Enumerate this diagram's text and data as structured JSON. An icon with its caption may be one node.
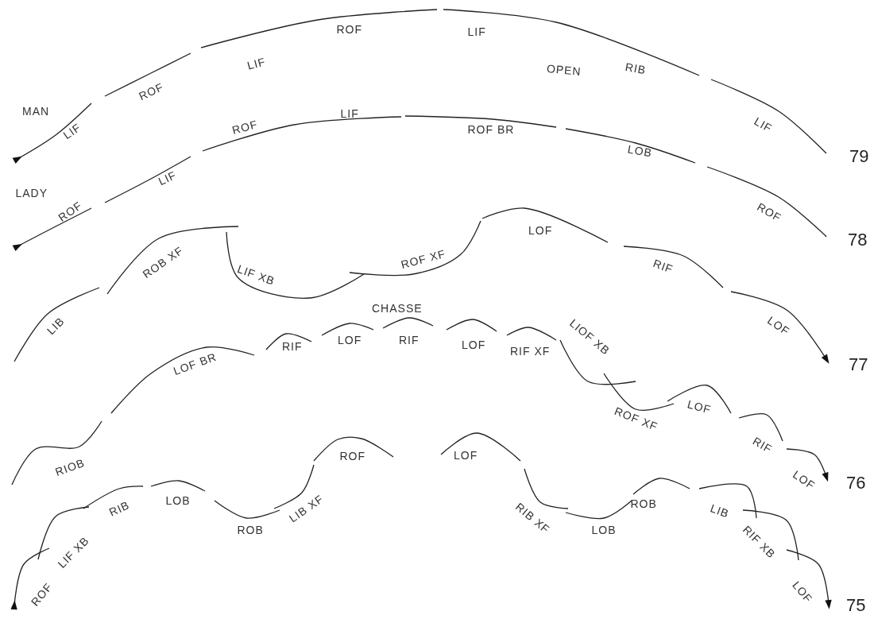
{
  "diagram": {
    "labels": [
      "MAN",
      "LIF",
      "ROF",
      "LIF",
      "ROF",
      "LIF",
      "OPEN",
      "RIB",
      "LIF",
      "79",
      "LADY",
      "ROF",
      "LIF",
      "ROF",
      "LIF",
      "ROF BR",
      "LOB",
      "ROF",
      "78",
      "LIB",
      "ROB XF",
      "LIF XB",
      "ROF XF",
      "LOF",
      "RIF",
      "LOF",
      "77",
      "CHASSE",
      "LOF BR",
      "RIF",
      "LOF",
      "RIF",
      "LOF",
      "RIF XF",
      "LIOF XB",
      "ROF XF",
      "LOF",
      "RIF",
      "LOF",
      "76",
      "RIOB",
      "ROF",
      "LOF",
      "RIB",
      "LOB",
      "ROB",
      "LIB XF",
      "RIB XF",
      "LOB",
      "ROB",
      "LIB",
      "ROF",
      "LIF XB",
      "RIF XB",
      "LOF",
      "75"
    ]
  }
}
